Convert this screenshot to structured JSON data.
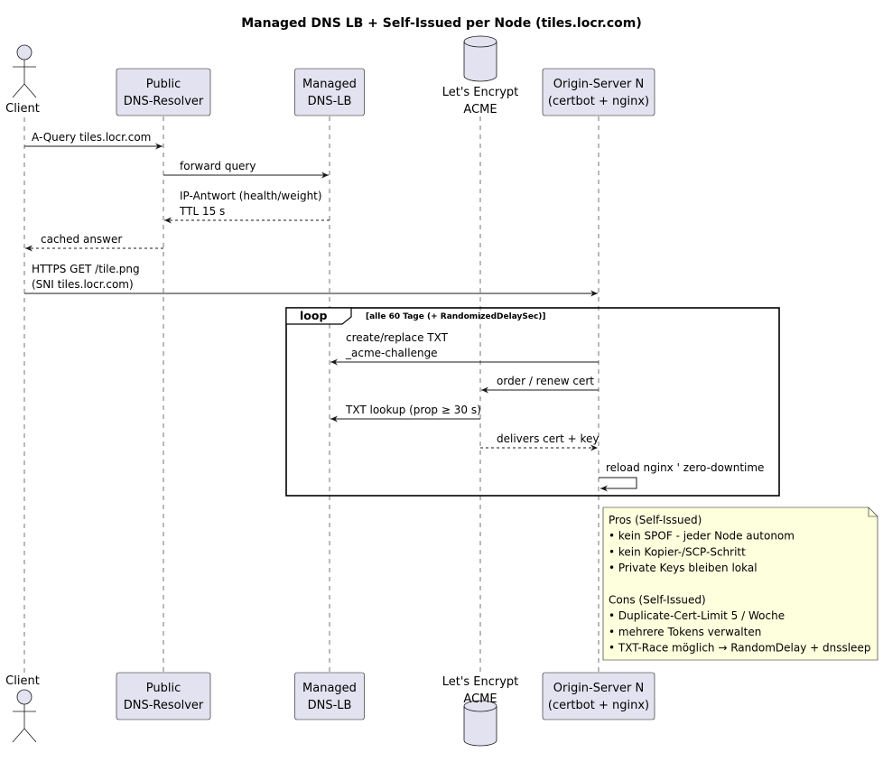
{
  "title": "Managed DNS LB + Self-Issued per Node (tiles.locr.com)",
  "participants": [
    {
      "id": "client",
      "kind": "actor",
      "label_lines": [
        "Client"
      ]
    },
    {
      "id": "resolver",
      "kind": "box",
      "label_lines": [
        "Public",
        "DNS-Resolver"
      ]
    },
    {
      "id": "lb",
      "kind": "box",
      "label_lines": [
        "Managed",
        "DNS-LB"
      ]
    },
    {
      "id": "acme",
      "kind": "database",
      "label_lines": [
        "Let's Encrypt",
        "ACME"
      ]
    },
    {
      "id": "origin",
      "kind": "box",
      "label_lines": [
        "Origin-Server N",
        "(certbot + nginx)"
      ]
    }
  ],
  "messages": [
    {
      "from": "client",
      "to": "resolver",
      "style": "solid",
      "label_lines": [
        "A-Query tiles.locr.com"
      ]
    },
    {
      "from": "resolver",
      "to": "lb",
      "style": "solid",
      "label_lines": [
        "forward query"
      ]
    },
    {
      "from": "lb",
      "to": "resolver",
      "style": "dashed",
      "label_lines": [
        "IP-Antwort (health/weight)",
        "TTL 15 s"
      ]
    },
    {
      "from": "resolver",
      "to": "client",
      "style": "dashed",
      "label_lines": [
        "cached answer"
      ]
    },
    {
      "from": "client",
      "to": "origin",
      "style": "solid",
      "label_lines": [
        "HTTPS GET /tile.png",
        "(SNI tiles.locr.com)"
      ]
    },
    {
      "from": "origin",
      "to": "lb",
      "style": "solid",
      "label_lines": [
        "create/replace TXT",
        "_acme-challenge"
      ]
    },
    {
      "from": "origin",
      "to": "acme",
      "style": "solid",
      "label_lines": [
        "order / renew cert"
      ]
    },
    {
      "from": "acme",
      "to": "lb",
      "style": "solid",
      "label_lines": [
        "TXT lookup (prop ≥ 30 s)"
      ]
    },
    {
      "from": "acme",
      "to": "origin",
      "style": "dashed",
      "label_lines": [
        "delivers cert + key"
      ]
    },
    {
      "from": "origin",
      "to": "origin",
      "style": "solid",
      "label_lines": [
        "reload nginx   ' zero-downtime"
      ]
    }
  ],
  "loop": {
    "keyword": "loop",
    "condition": "[alle 60 Tage (+ RandomizedDelaySec)]"
  },
  "note": {
    "lines": [
      "Pros (Self-Issued)",
      "• kein SPOF - jeder Node autonom",
      "• kein Kopier-/SCP-Schritt",
      "• Private Keys bleiben lokal",
      "",
      "Cons (Self-Issued)",
      "• Duplicate-Cert-Limit 5 / Woche",
      "• mehrere Tokens verwalten",
      "• TXT-Race möglich → RandomDelay + dnssleep"
    ]
  },
  "colors": {
    "participant_fill": "#E2E2F0",
    "note_fill": "#FEFFDD",
    "line": "#181818"
  }
}
